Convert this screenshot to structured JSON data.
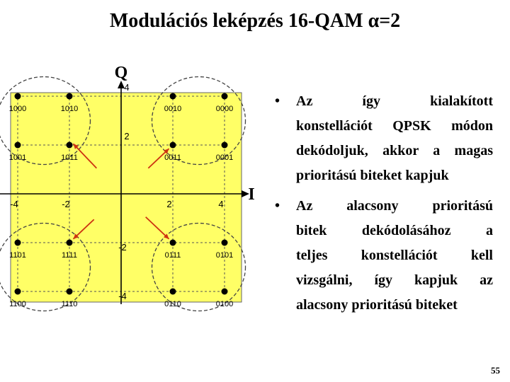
{
  "title": "Modulációs leképzés 16-QAM α=2",
  "axes": {
    "q_label": "Q",
    "i_label": "I"
  },
  "constellation": {
    "points": [
      {
        "bits": "1000",
        "i": -4,
        "q": 4
      },
      {
        "bits": "1010",
        "i": -2,
        "q": 4
      },
      {
        "bits": "0010",
        "i": 2,
        "q": 4
      },
      {
        "bits": "0000",
        "i": 4,
        "q": 4
      },
      {
        "bits": "1001",
        "i": -4,
        "q": 2
      },
      {
        "bits": "1011",
        "i": -2,
        "q": 2
      },
      {
        "bits": "0011",
        "i": 2,
        "q": 2
      },
      {
        "bits": "0001",
        "i": 4,
        "q": 2
      },
      {
        "bits": "1101",
        "i": -4,
        "q": -2
      },
      {
        "bits": "1111",
        "i": -2,
        "q": -2
      },
      {
        "bits": "0111",
        "i": 2,
        "q": -2
      },
      {
        "bits": "0101",
        "i": 4,
        "q": -2
      },
      {
        "bits": "1100",
        "i": -4,
        "q": -4
      },
      {
        "bits": "1110",
        "i": -2,
        "q": -4
      },
      {
        "bits": "0110",
        "i": 2,
        "q": -4
      },
      {
        "bits": "0100",
        "i": 4,
        "q": -4
      }
    ],
    "i_ticks": [
      "-4",
      "-2",
      "2",
      "4"
    ],
    "q_ticks": [
      "4",
      "2",
      "-2",
      "-4"
    ],
    "background_color": "#ffff66",
    "arrow_color": "#cc3311"
  },
  "bullets": [
    {
      "lines": [
        "Az így kialakított",
        "konstellációt QPSK módon",
        "dekódoljuk, akkor a magas",
        "prioritású biteket kapjuk"
      ]
    },
    {
      "lines": [
        "Az alacsony prioritású",
        "bitek dekódolásához a",
        "teljes konstellációt kell",
        "vizsgálni, így kapjuk az",
        "alacsony prioritású biteket"
      ]
    }
  ],
  "page_number": "55"
}
